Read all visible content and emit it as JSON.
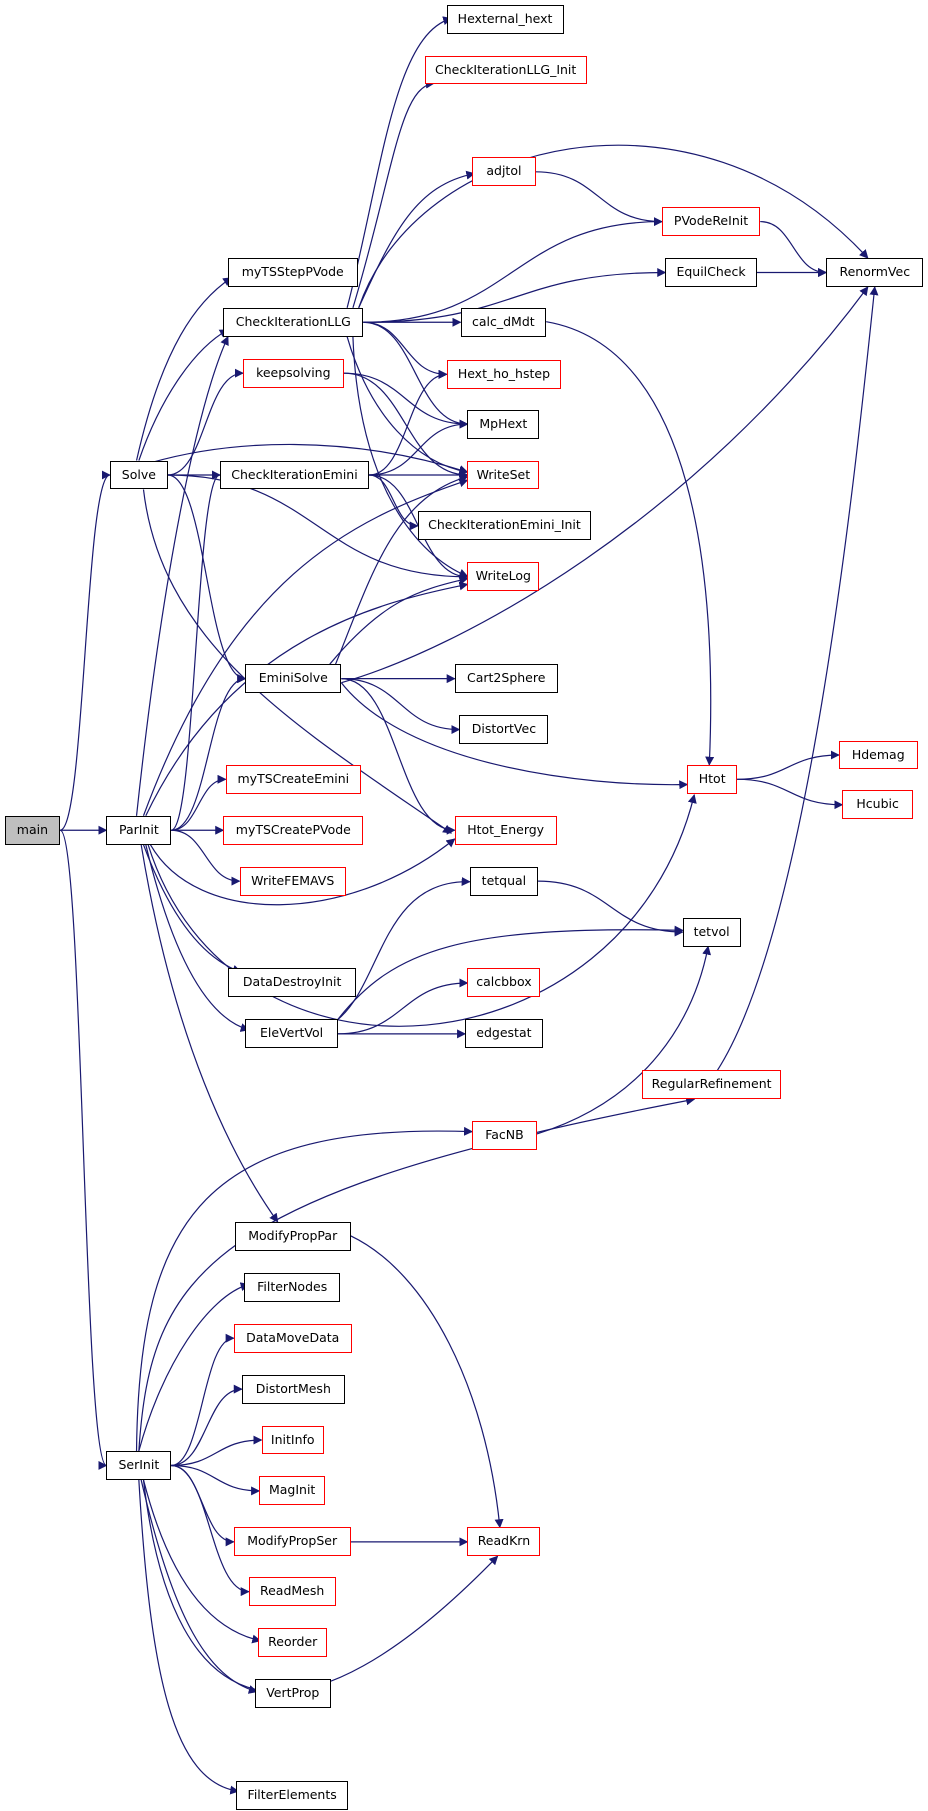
{
  "graph": {
    "colors": {
      "edge": "#191970",
      "node_border": "#000000",
      "truncated_border": "#ff0000",
      "current_fill": "#bfbfbf"
    },
    "nodes": [
      {
        "id": "main",
        "label": "main",
        "current": true
      },
      {
        "id": "Solve",
        "label": "Solve"
      },
      {
        "id": "ParInit",
        "label": "ParInit"
      },
      {
        "id": "SerInit",
        "label": "SerInit"
      },
      {
        "id": "myTSStepPVode",
        "label": "myTSStepPVode"
      },
      {
        "id": "CheckIterationLLG",
        "label": "CheckIterationLLG"
      },
      {
        "id": "keepsolving",
        "label": "keepsolving",
        "truncated": true
      },
      {
        "id": "CheckIterationEmini",
        "label": "CheckIterationEmini"
      },
      {
        "id": "EminiSolve",
        "label": "EminiSolve"
      },
      {
        "id": "myTSCreateEmini",
        "label": "myTSCreateEmini",
        "truncated": true
      },
      {
        "id": "myTSCreatePVode",
        "label": "myTSCreatePVode",
        "truncated": true
      },
      {
        "id": "WriteFEMAVS",
        "label": "WriteFEMAVS",
        "truncated": true
      },
      {
        "id": "DataDestroyInit",
        "label": "DataDestroyInit"
      },
      {
        "id": "EleVertVol",
        "label": "EleVertVol"
      },
      {
        "id": "ModifyPropPar",
        "label": "ModifyPropPar"
      },
      {
        "id": "FilterNodes",
        "label": "FilterNodes"
      },
      {
        "id": "DataMoveData",
        "label": "DataMoveData",
        "truncated": true
      },
      {
        "id": "DistortMesh",
        "label": "DistortMesh"
      },
      {
        "id": "InitInfo",
        "label": "InitInfo",
        "truncated": true
      },
      {
        "id": "MagInit",
        "label": "MagInit",
        "truncated": true
      },
      {
        "id": "ModifyPropSer",
        "label": "ModifyPropSer",
        "truncated": true
      },
      {
        "id": "ReadMesh",
        "label": "ReadMesh",
        "truncated": true
      },
      {
        "id": "Reorder",
        "label": "Reorder",
        "truncated": true
      },
      {
        "id": "VertProp",
        "label": "VertProp"
      },
      {
        "id": "FilterElements",
        "label": "FilterElements"
      },
      {
        "id": "Hexternal_hext",
        "label": "Hexternal_hext"
      },
      {
        "id": "CheckIterationLLG_Init",
        "label": "CheckIterationLLG_Init",
        "truncated": true
      },
      {
        "id": "adjtol",
        "label": "adjtol",
        "truncated": true
      },
      {
        "id": "calc_dMdt",
        "label": "calc_dMdt"
      },
      {
        "id": "Hext_ho_hstep",
        "label": "Hext_ho_hstep",
        "truncated": true
      },
      {
        "id": "MpHext",
        "label": "MpHext"
      },
      {
        "id": "WriteSet",
        "label": "WriteSet",
        "truncated": true
      },
      {
        "id": "CheckIterationEmini_Init",
        "label": "CheckIterationEmini_Init"
      },
      {
        "id": "WriteLog",
        "label": "WriteLog",
        "truncated": true
      },
      {
        "id": "Cart2Sphere",
        "label": "Cart2Sphere"
      },
      {
        "id": "DistortVec",
        "label": "DistortVec"
      },
      {
        "id": "Htot_Energy",
        "label": "Htot_Energy",
        "truncated": true
      },
      {
        "id": "tetqual",
        "label": "tetqual"
      },
      {
        "id": "calcbbox",
        "label": "calcbbox",
        "truncated": true
      },
      {
        "id": "edgestat",
        "label": "edgestat"
      },
      {
        "id": "FacNB",
        "label": "FacNB",
        "truncated": true
      },
      {
        "id": "ReadKrn",
        "label": "ReadKrn",
        "truncated": true
      },
      {
        "id": "PVodeReInit",
        "label": "PVodeReInit",
        "truncated": true
      },
      {
        "id": "EquilCheck",
        "label": "EquilCheck"
      },
      {
        "id": "Htot",
        "label": "Htot",
        "truncated": true
      },
      {
        "id": "tetvol",
        "label": "tetvol"
      },
      {
        "id": "RegularRefinement",
        "label": "RegularRefinement",
        "truncated": true
      },
      {
        "id": "RenormVec",
        "label": "RenormVec"
      },
      {
        "id": "Hdemag",
        "label": "Hdemag",
        "truncated": true
      },
      {
        "id": "Hcubic",
        "label": "Hcubic",
        "truncated": true
      }
    ],
    "edges": [
      [
        "main",
        "Solve"
      ],
      [
        "main",
        "ParInit"
      ],
      [
        "main",
        "SerInit"
      ],
      [
        "Solve",
        "myTSStepPVode"
      ],
      [
        "Solve",
        "CheckIterationLLG"
      ],
      [
        "Solve",
        "keepsolving"
      ],
      [
        "Solve",
        "CheckIterationEmini"
      ],
      [
        "Solve",
        "WriteSet"
      ],
      [
        "Solve",
        "WriteLog"
      ],
      [
        "Solve",
        "EminiSolve"
      ],
      [
        "Solve",
        "Htot_Energy"
      ],
      [
        "ParInit",
        "CheckIterationLLG"
      ],
      [
        "ParInit",
        "CheckIterationEmini"
      ],
      [
        "ParInit",
        "WriteSet"
      ],
      [
        "ParInit",
        "WriteLog"
      ],
      [
        "ParInit",
        "EminiSolve"
      ],
      [
        "ParInit",
        "myTSCreateEmini"
      ],
      [
        "ParInit",
        "myTSCreatePVode"
      ],
      [
        "ParInit",
        "WriteFEMAVS"
      ],
      [
        "ParInit",
        "Htot_Energy"
      ],
      [
        "ParInit",
        "DataDestroyInit"
      ],
      [
        "ParInit",
        "EleVertVol"
      ],
      [
        "ParInit",
        "Htot"
      ],
      [
        "ParInit",
        "ModifyPropPar"
      ],
      [
        "SerInit",
        "FacNB"
      ],
      [
        "SerInit",
        "RegularRefinement"
      ],
      [
        "SerInit",
        "FilterNodes"
      ],
      [
        "SerInit",
        "DataMoveData"
      ],
      [
        "SerInit",
        "DistortMesh"
      ],
      [
        "SerInit",
        "InitInfo"
      ],
      [
        "SerInit",
        "MagInit"
      ],
      [
        "SerInit",
        "ModifyPropSer"
      ],
      [
        "SerInit",
        "ReadMesh"
      ],
      [
        "SerInit",
        "Reorder"
      ],
      [
        "SerInit",
        "VertProp"
      ],
      [
        "SerInit",
        "ReadKrn"
      ],
      [
        "SerInit",
        "FilterElements"
      ],
      [
        "CheckIterationLLG",
        "Hexternal_hext"
      ],
      [
        "CheckIterationLLG",
        "CheckIterationLLG_Init"
      ],
      [
        "CheckIterationLLG",
        "RenormVec"
      ],
      [
        "CheckIterationLLG",
        "adjtol"
      ],
      [
        "CheckIterationLLG",
        "PVodeReInit"
      ],
      [
        "CheckIterationLLG",
        "EquilCheck"
      ],
      [
        "CheckIterationLLG",
        "calc_dMdt"
      ],
      [
        "CheckIterationLLG",
        "Hext_ho_hstep"
      ],
      [
        "CheckIterationLLG",
        "MpHext"
      ],
      [
        "CheckIterationLLG",
        "WriteSet"
      ],
      [
        "CheckIterationLLG",
        "WriteLog"
      ],
      [
        "keepsolving",
        "MpHext"
      ],
      [
        "keepsolving",
        "WriteSet"
      ],
      [
        "CheckIterationEmini",
        "Hext_ho_hstep"
      ],
      [
        "CheckIterationEmini",
        "MpHext"
      ],
      [
        "CheckIterationEmini",
        "WriteSet"
      ],
      [
        "CheckIterationEmini",
        "CheckIterationEmini_Init"
      ],
      [
        "CheckIterationEmini",
        "WriteLog"
      ],
      [
        "EminiSolve",
        "WriteSet"
      ],
      [
        "EminiSolve",
        "WriteLog"
      ],
      [
        "EminiSolve",
        "RenormVec"
      ],
      [
        "EminiSolve",
        "Cart2Sphere"
      ],
      [
        "EminiSolve",
        "DistortVec"
      ],
      [
        "EminiSolve",
        "Htot"
      ],
      [
        "EminiSolve",
        "Htot_Energy"
      ],
      [
        "EleVertVol",
        "tetqual"
      ],
      [
        "EleVertVol",
        "tetvol"
      ],
      [
        "EleVertVol",
        "calcbbox"
      ],
      [
        "EleVertVol",
        "edgestat"
      ],
      [
        "ModifyPropPar",
        "ReadKrn"
      ],
      [
        "ModifyPropSer",
        "ReadKrn"
      ],
      [
        "adjtol",
        "PVodeReInit"
      ],
      [
        "PVodeReInit",
        "RenormVec"
      ],
      [
        "EquilCheck",
        "RenormVec"
      ],
      [
        "calc_dMdt",
        "Htot"
      ],
      [
        "tetqual",
        "tetvol"
      ],
      [
        "FacNB",
        "tetvol"
      ],
      [
        "RegularRefinement",
        "RenormVec"
      ],
      [
        "Htot",
        "Hdemag"
      ],
      [
        "Htot",
        "Hcubic"
      ]
    ]
  }
}
